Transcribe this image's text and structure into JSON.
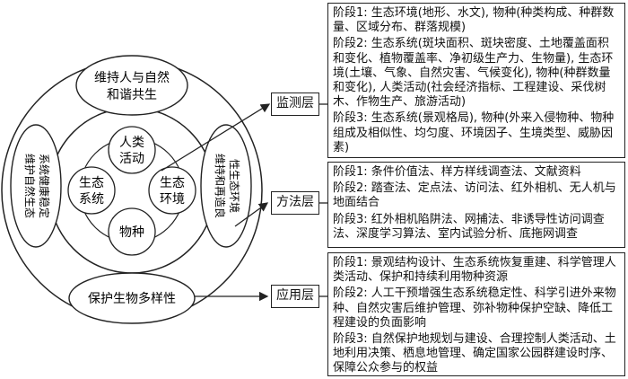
{
  "rings": {
    "top": [
      "维持人与自然",
      "和谐共生"
    ],
    "left": "维护自然生态系统健康稳定",
    "right": "维持和再造良性生态环境",
    "bottom": "保护生物多样性"
  },
  "core": {
    "top": [
      "人类",
      "活动"
    ],
    "left": [
      "生态",
      "系统"
    ],
    "right": [
      "生态",
      "环境"
    ],
    "bottom": "物种"
  },
  "layers": {
    "monitoring": {
      "label": "监测层",
      "stages": [
        "阶段1: 生态环境(地形、水文), 物种(种类构成、种群数量、区域分布、群落规模)",
        "阶段2: 生态系统(斑块面积、斑块密度、土地覆盖面积和变化、植物覆盖率、净初级生产力、生物量), 生态环境(土壤、气象、自然灾害、气候变化), 物种(种群数量和变化), 人类活动(社会经济指标、工程建设、采伐树木、作物生产、旅游活动)",
        "阶段3: 生态系统(景观格局), 物种(外来入侵物种、物种组成及相似性、均匀度、环境因子、生境类型、威胁因素)"
      ]
    },
    "method": {
      "label": "方法层",
      "stages": [
        "阶段1: 条件价值法、样方样线调查法、文献资料",
        "阶段2: 踏查法、定点法、访问法、红外相机、无人机与地面结合",
        "阶段3: 红外相机陷阱法、网捕法、非诱导性访问调查法、深度学习算法、室内试验分析、底拖网调查"
      ]
    },
    "application": {
      "label": "应用层",
      "stages": [
        "阶段1: 景观结构设计、生态系统恢复重建、科学管理人类活动、保护和持续利用物种资源",
        "阶段2: 人工干预增强生态系统稳定性、科学引进外来物种、自然灾害后维护管理、弥补物种保护空缺、降低工程建设的负面影响",
        "阶段3: 自然保护地规划与建设、合理控制人类活动、土地利用决策、栖息地管理、确定国家公园群建设时序、保障公众参与的权益"
      ]
    }
  }
}
